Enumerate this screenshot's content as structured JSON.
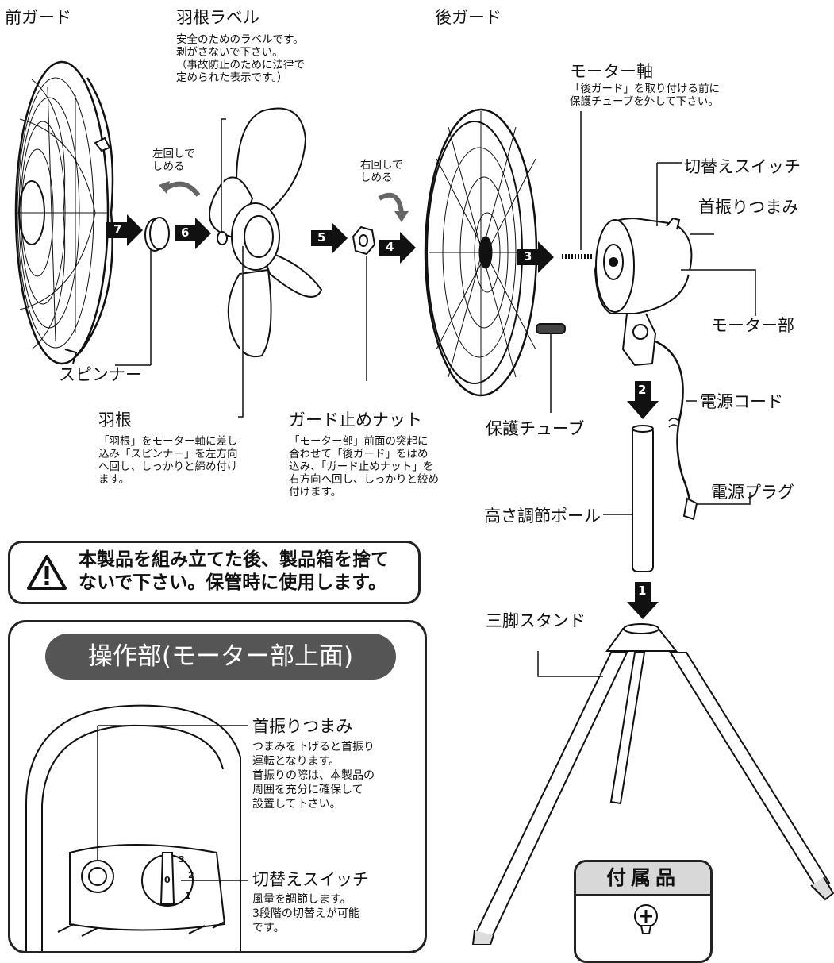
{
  "labels": {
    "front_guard": "前ガード",
    "blade_label": "羽根ラベル",
    "blade_label_note": [
      "安全のためのラベルです。",
      "剥がさないで下さい。",
      "（事故防止のために法律で",
      "定められた表示です。）"
    ],
    "rear_guard": "後ガード",
    "motor_shaft": "モーター軸",
    "motor_shaft_note": [
      "「後ガード」を取り付ける前に",
      "保護チューブを外して下さい。"
    ],
    "selector_switch": "切替えスイッチ",
    "oscillation_knob": "首振りつまみ",
    "motor_unit": "モーター部",
    "power_cord": "電源コード",
    "power_plug": "電源プラグ",
    "protective_tube": "保護チューブ",
    "height_pole": "高さ調節ポール",
    "tripod_stand": "三脚スタンド",
    "spinner": "スピンナー",
    "blade": "羽根",
    "blade_note": [
      "「羽根」をモーター軸に差し",
      "込み「スピンナー」を左方向",
      "へ回し、しっかりと締め付け",
      "ます。"
    ],
    "guard_nut": "ガード止めナット",
    "guard_nut_note": [
      "「モーター部」前面の突起に",
      "合わせて「後ガード」をはめ",
      "込み、「ガード止めナット」を",
      "右方向へ回し、しっかりと絞め",
      "付けます。"
    ],
    "turn_left": [
      "左回しで",
      "しめる"
    ],
    "turn_right": [
      "右回しで",
      "しめる"
    ]
  },
  "steps": [
    "7",
    "6",
    "5",
    "4",
    "3",
    "2",
    "1"
  ],
  "warning": {
    "lines": [
      "本製品を組み立てた後、製品箱を捨て",
      "ないで下さい。保管時に使用します。"
    ],
    "icon": "warning-triangle-icon"
  },
  "panel": {
    "title": "操作部(モーター部上面)",
    "knob_title": "首振りつまみ",
    "knob_note": [
      "つまみを下げると首振り",
      "運転となります。",
      "首振りの際は、本製品の",
      "周囲を充分に確保して",
      "設置して下さい。"
    ],
    "switch_title": "切替えスイッチ",
    "switch_note": [
      "風量を調節します。",
      "3段階の切替えが可能",
      "です。"
    ],
    "dial_marks": [
      "0",
      "1",
      "2",
      "3"
    ]
  },
  "accessories": {
    "title": "付属品",
    "icon": "screw-icon"
  },
  "colors": {
    "line": "#111111",
    "step_fill": "#111111",
    "panel_title_bg": "#555555",
    "accessory_header": "#d8d8d8"
  }
}
